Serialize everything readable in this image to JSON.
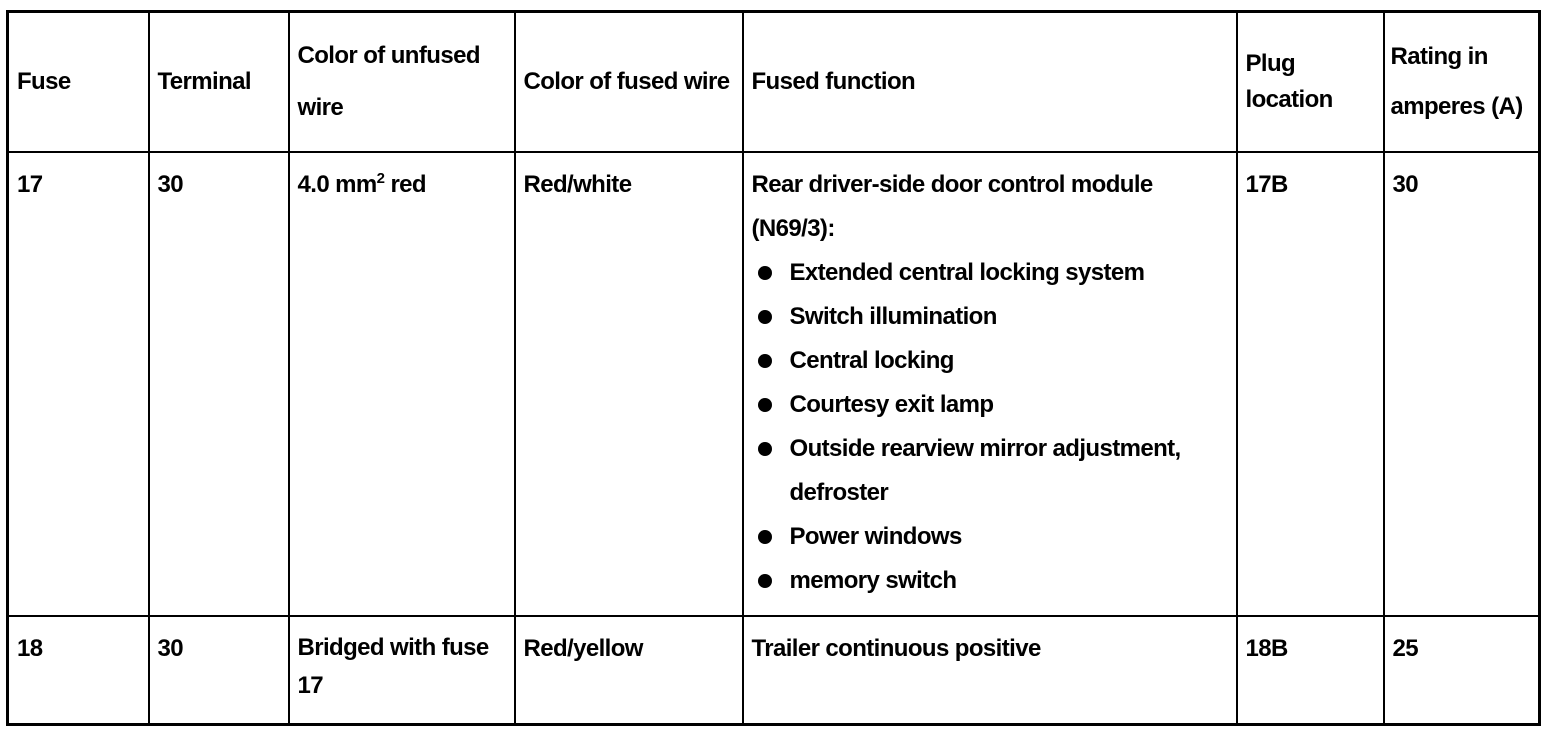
{
  "table": {
    "headers": {
      "fuse": "Fuse",
      "terminal": "Terminal",
      "unfused": "Color of unfused wire",
      "fused": "Color of fused wire",
      "function": "Fused function",
      "plug": "Plug location",
      "rating": "Rating in amperes (A)"
    },
    "rows": [
      {
        "fuse": "17",
        "terminal": "30",
        "unfused_value": "4.0 mm",
        "unfused_sup": "2",
        "unfused_color": " red",
        "fused": "Red/white",
        "function_title": "Rear driver-side door control module (N69/3):",
        "function_items": [
          "Extended central locking system",
          "Switch illumination",
          "Central locking",
          "Courtesy exit lamp",
          "Outside rearview mirror adjustment, defroster",
          "Power windows",
          "memory switch"
        ],
        "plug": "17B",
        "rating": "30"
      },
      {
        "fuse": "18",
        "terminal": "30",
        "unfused": "Bridged with fuse 17",
        "fused": "Red/yellow",
        "function_title": "Trailer continuous positive",
        "plug": "18B",
        "rating": "25"
      }
    ]
  }
}
